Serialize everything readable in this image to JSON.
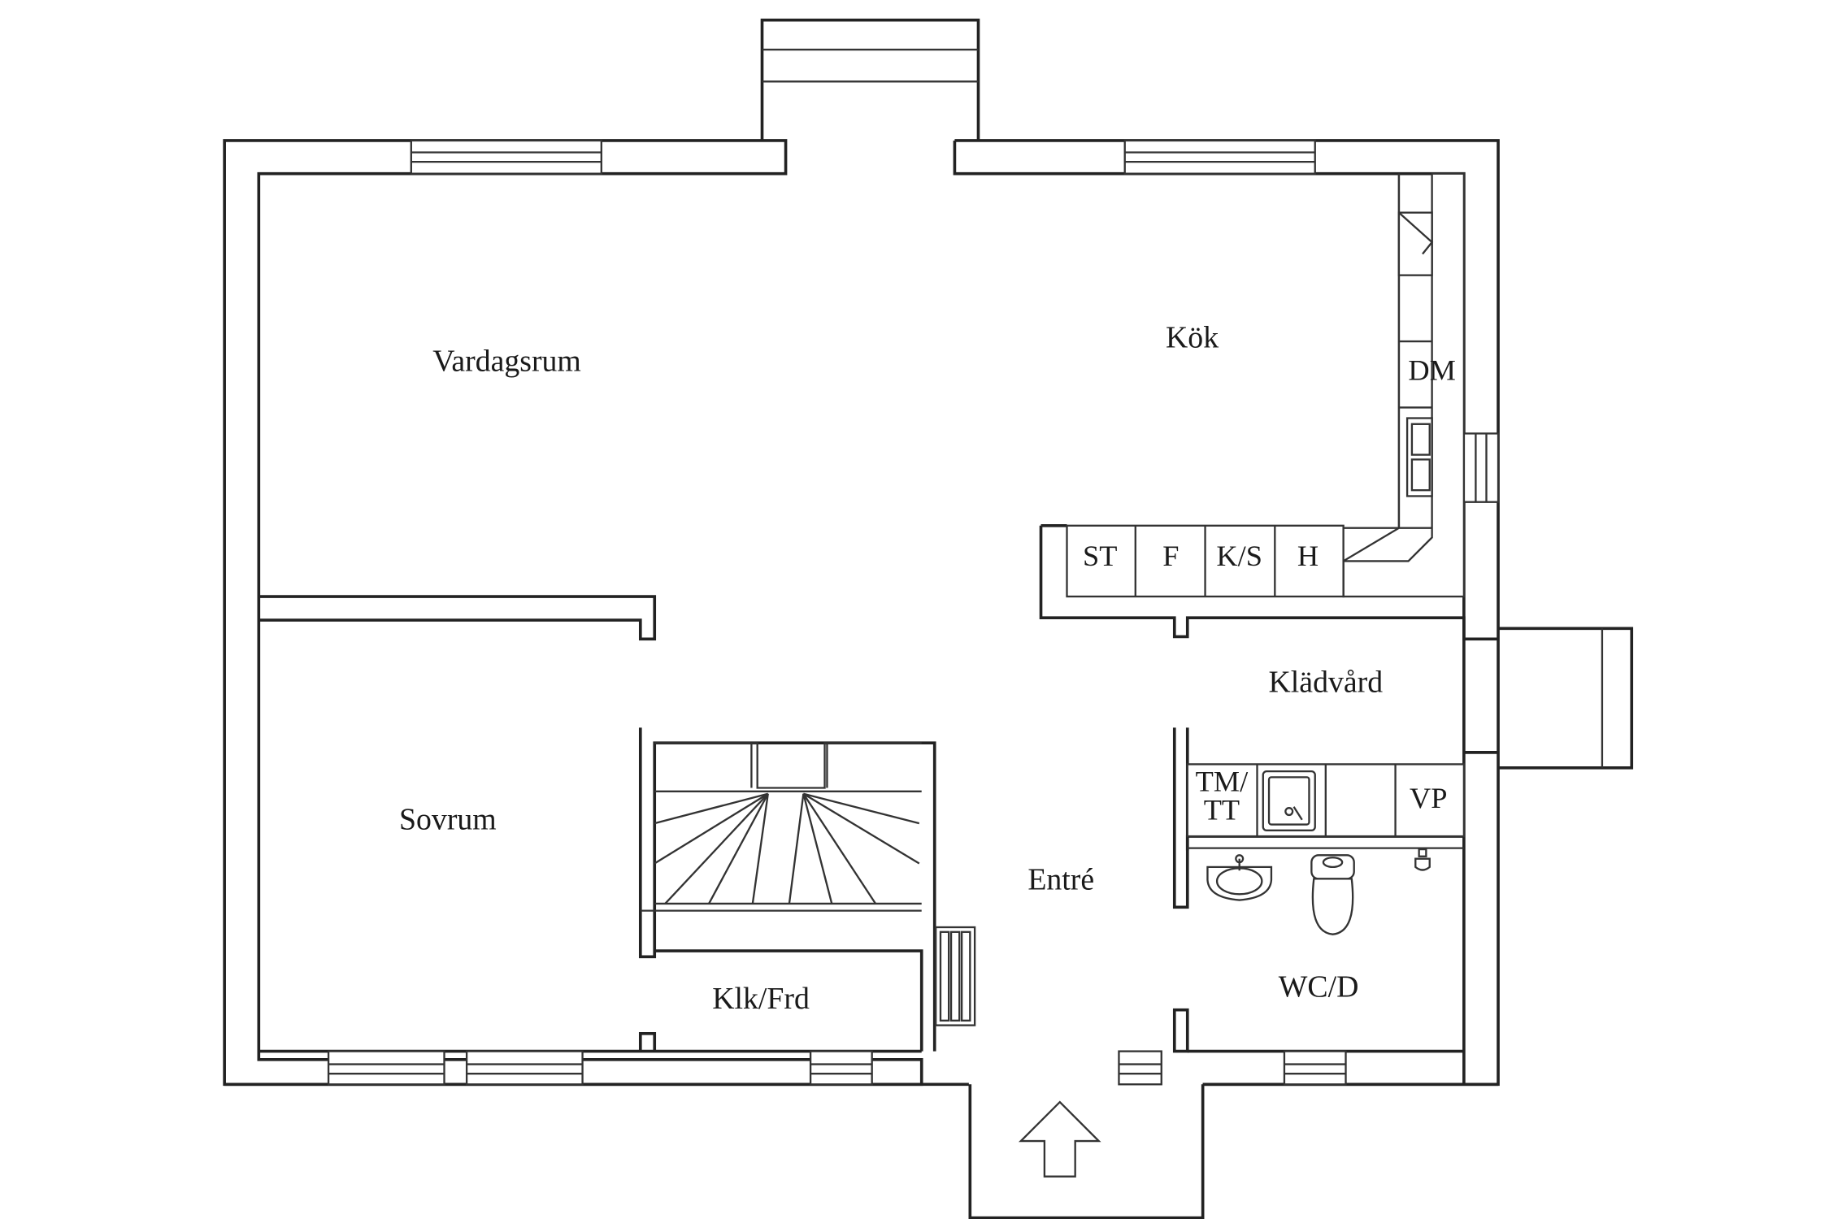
{
  "rooms": {
    "vardagsrum": "Vardagsrum",
    "kok": "Kök",
    "sovrum": "Sovrum",
    "entre": "Entré",
    "kladvard": "Klädvård",
    "klk_frd": "Klk/Frd",
    "wc_d": "WC/D"
  },
  "appliances": {
    "dm": "DM",
    "st": "ST",
    "f": "F",
    "ks": "K/S",
    "h": "H",
    "tm_line1": "TM/",
    "tm_line2": "TT",
    "vp": "VP"
  },
  "colors": {
    "wall": "#222222",
    "background": "#ffffff"
  },
  "icons": [
    "entrance-arrow-icon",
    "kitchen-sink-icon",
    "laundry-sink-icon",
    "wash-basin-icon",
    "toilet-icon",
    "radiator-icon"
  ]
}
